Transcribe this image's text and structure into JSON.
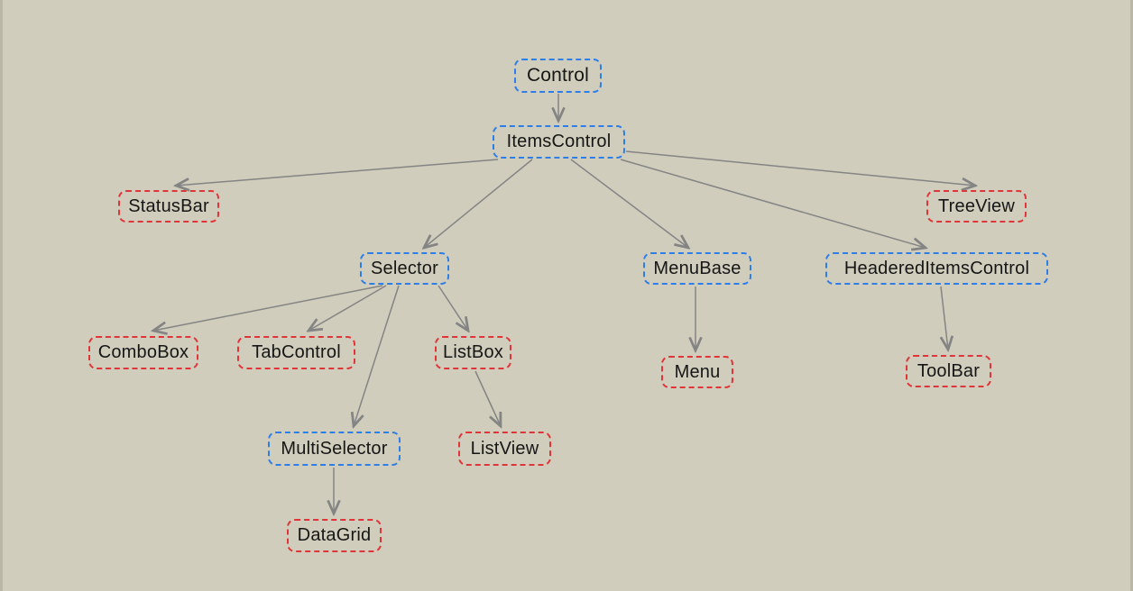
{
  "colors": {
    "background": "#d0cdbc",
    "blue": "#2d7ee8",
    "red": "#e13438",
    "arrow": "#848484",
    "text": "#161616"
  },
  "diagram": {
    "description": "Class inheritance diagram of WPF ItemsControl hierarchy",
    "nodes": [
      {
        "id": "control",
        "label": "Control",
        "border": "blue"
      },
      {
        "id": "itemscontrol",
        "label": "ItemsControl",
        "border": "blue"
      },
      {
        "id": "statusbar",
        "label": "StatusBar",
        "border": "red"
      },
      {
        "id": "treeview",
        "label": "TreeView",
        "border": "red"
      },
      {
        "id": "selector",
        "label": "Selector",
        "border": "blue"
      },
      {
        "id": "menubase",
        "label": "MenuBase",
        "border": "blue"
      },
      {
        "id": "headereditemscontrol",
        "label": "HeaderedItemsControl",
        "border": "blue"
      },
      {
        "id": "combobox",
        "label": "ComboBox",
        "border": "red"
      },
      {
        "id": "tabcontrol",
        "label": "TabControl",
        "border": "red"
      },
      {
        "id": "listbox",
        "label": "ListBox",
        "border": "red"
      },
      {
        "id": "menu",
        "label": "Menu",
        "border": "red"
      },
      {
        "id": "toolbar",
        "label": "ToolBar",
        "border": "red"
      },
      {
        "id": "multiselector",
        "label": "MultiSelector",
        "border": "blue"
      },
      {
        "id": "listview",
        "label": "ListView",
        "border": "red"
      },
      {
        "id": "datagrid",
        "label": "DataGrid",
        "border": "red"
      }
    ],
    "edges": [
      {
        "from": "Control",
        "to": "ItemsControl"
      },
      {
        "from": "ItemsControl",
        "to": "StatusBar"
      },
      {
        "from": "ItemsControl",
        "to": "Selector"
      },
      {
        "from": "ItemsControl",
        "to": "MenuBase"
      },
      {
        "from": "ItemsControl",
        "to": "HeaderedItemsControl"
      },
      {
        "from": "ItemsControl",
        "to": "TreeView"
      },
      {
        "from": "Selector",
        "to": "ComboBox"
      },
      {
        "from": "Selector",
        "to": "TabControl"
      },
      {
        "from": "Selector",
        "to": "MultiSelector"
      },
      {
        "from": "Selector",
        "to": "ListBox"
      },
      {
        "from": "ListBox",
        "to": "ListView"
      },
      {
        "from": "MultiSelector",
        "to": "DataGrid"
      },
      {
        "from": "MenuBase",
        "to": "Menu"
      },
      {
        "from": "HeaderedItemsControl",
        "to": "ToolBar"
      }
    ]
  }
}
